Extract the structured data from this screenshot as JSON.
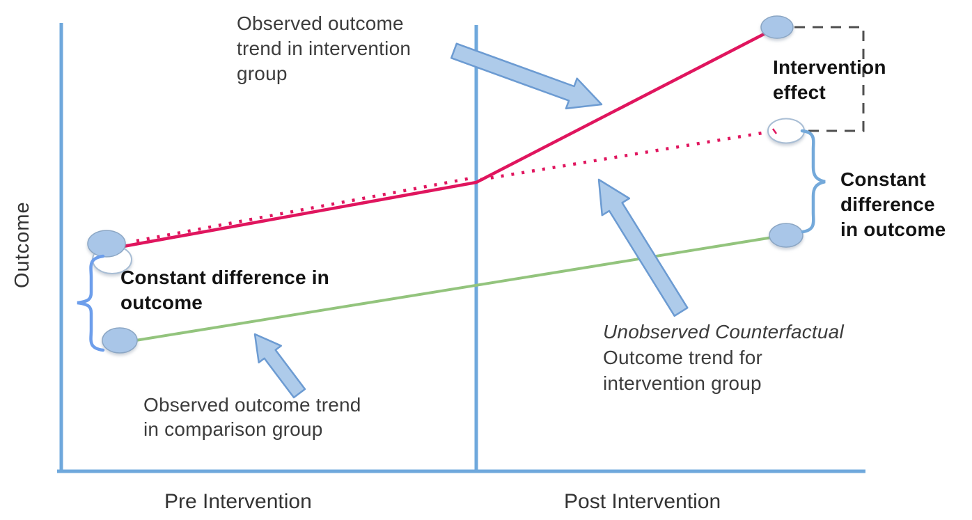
{
  "diagram": {
    "title_semantics": "Difference-in-differences intervention effect diagram",
    "y_axis": {
      "label": "Outcome"
    },
    "x_axis": {
      "pre_label": "Pre Intervention",
      "post_label": "Post Intervention"
    },
    "labels": {
      "observed_intervention": {
        "lines": [
          "Observed outcome",
          "trend in intervention",
          "group"
        ]
      },
      "intervention_effect": {
        "lines": [
          "Intervention",
          "effect"
        ]
      },
      "constant_difference_right": {
        "lines": [
          "Constant",
          "difference",
          "in outcome"
        ]
      },
      "constant_difference_left": {
        "lines": [
          "Constant difference in",
          "outcome"
        ]
      },
      "unobserved_counterfactual": {
        "lines": [
          "Unobserved Counterfactual",
          "Outcome trend for",
          "intervention group"
        ]
      },
      "observed_comparison": {
        "lines": [
          "Observed outcome trend",
          "in comparison group"
        ]
      }
    },
    "lines": [
      {
        "name": "observed-intervention-trend",
        "style": "solid",
        "color": "#e0155e"
      },
      {
        "name": "unobserved-counterfactual-trend",
        "style": "dotted",
        "color": "#e0155e"
      },
      {
        "name": "observed-comparison-trend",
        "style": "solid",
        "color": "#93c47d"
      }
    ],
    "colors": {
      "line_red": "#e0155e",
      "line_green": "#93c47d",
      "axis_blue": "#6fa8dc",
      "marker_fill": "#a9c6e8",
      "marker_stroke": "#8ba6c4",
      "open_marker_stroke": "#a8bdd4",
      "open_marker_fill": "#ffffff",
      "arrow_fill": "#aecbea",
      "arrow_stroke": "#6c9bd2",
      "brace_left": "#6d9eeb",
      "brace_right": "#74a9da",
      "dashed_gray": "#4f4f4f"
    }
  }
}
